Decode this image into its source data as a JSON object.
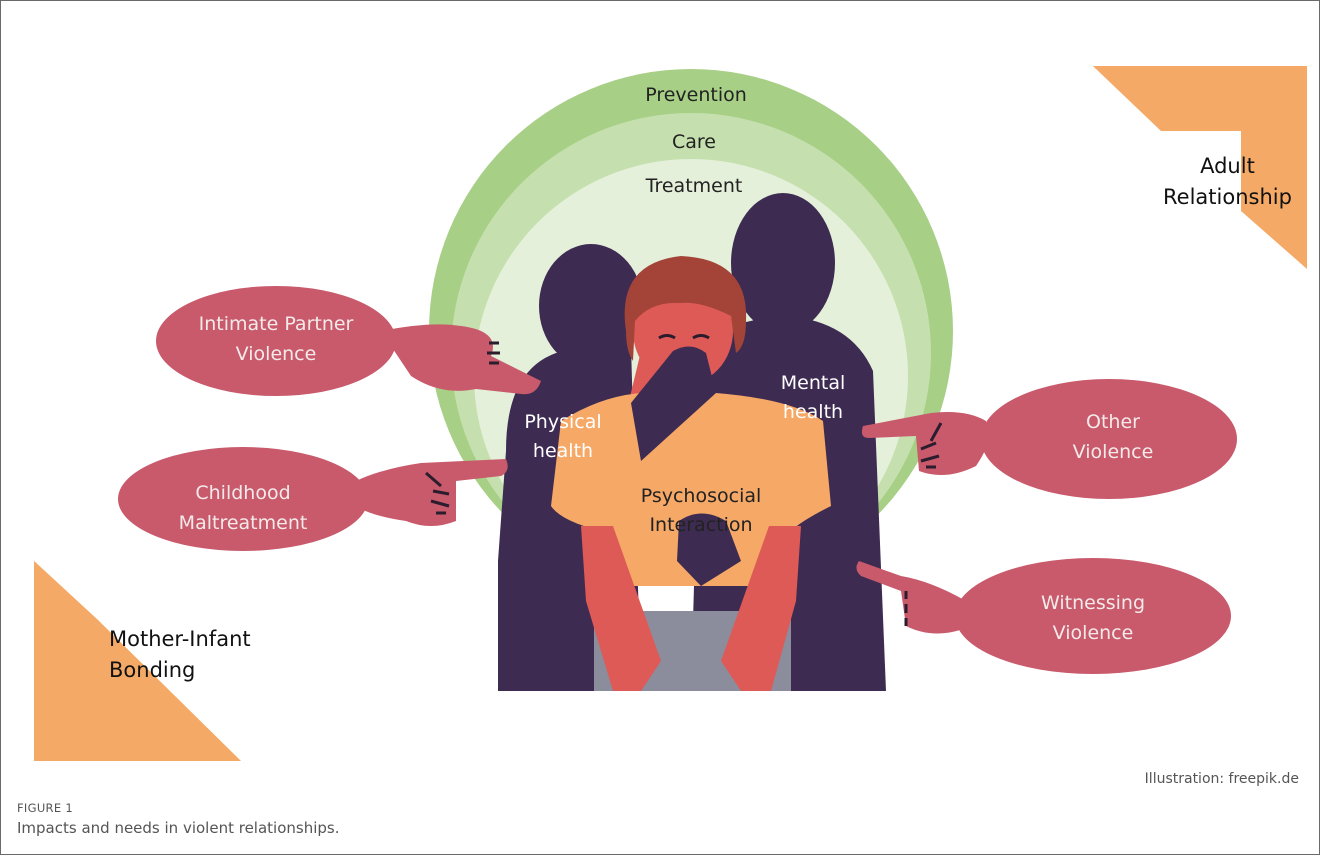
{
  "figure": {
    "number": "FIGURE 1",
    "caption": "Impacts and needs in violent relationships.",
    "credit": "Illustration: freepik.de"
  },
  "rings": {
    "outer": "Prevention",
    "middle": "Care",
    "inner": "Treatment"
  },
  "corners": {
    "top_right": [
      "Adult",
      "Relationship"
    ],
    "bottom_left": [
      "Mother-Infant",
      "Bonding"
    ]
  },
  "bubbles": {
    "intimate_partner": [
      "Intimate Partner",
      "Violence"
    ],
    "childhood": [
      "Childhood",
      "Maltreatment"
    ],
    "other": [
      "Other",
      "Violence"
    ],
    "witnessing": [
      "Witnessing",
      "Violence"
    ]
  },
  "health": {
    "physical": [
      "Physical",
      "health"
    ],
    "mental": [
      "Mental",
      "health"
    ],
    "psychosocial": [
      "Psychosocial",
      "Interaction"
    ]
  },
  "colors": {
    "ring_outer": "#a7cf86",
    "ring_middle": "#c5e0ae",
    "ring_inner": "#e4f0da",
    "bubble": "#c85a6c",
    "silhouette": "#3d2b52",
    "corner": "#f4aa66",
    "shirt": "#f6a866",
    "skin": "#de5a57",
    "hair": "#a44438",
    "trousers": "#8b8c9c"
  },
  "icons": [
    "pointing-hand-icon"
  ]
}
